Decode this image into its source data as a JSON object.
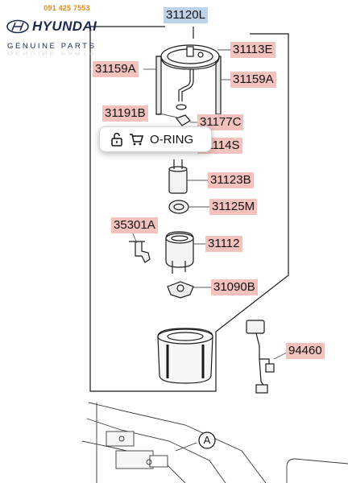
{
  "branding": {
    "phone": "091 425 7553",
    "brand_name": "HYUNDAI",
    "tagline": "GENUINE PARTS"
  },
  "assembly_label": "31120L",
  "part_labels": {
    "p31113E": "31113E",
    "p31159A_left": "31159A",
    "p31159A_right": "31159A",
    "p31191B": "31191B",
    "p31177C": "31177C",
    "p31114S": "31114S",
    "p31123B": "31123B",
    "p31125M": "31125M",
    "p35301A": "35301A",
    "p31112": "31112",
    "p31090B": "31090B",
    "p94460": "94460"
  },
  "popup": {
    "label": "O-RING",
    "icons": [
      "unlock-icon",
      "cart-icon"
    ]
  },
  "reference_marker": "A",
  "colors": {
    "part_label_bg": "#f4c2bd",
    "assembly_label_bg": "#bcd3ea",
    "brand_orange": "#e38a1c",
    "brand_navy": "#1d2a4f"
  }
}
